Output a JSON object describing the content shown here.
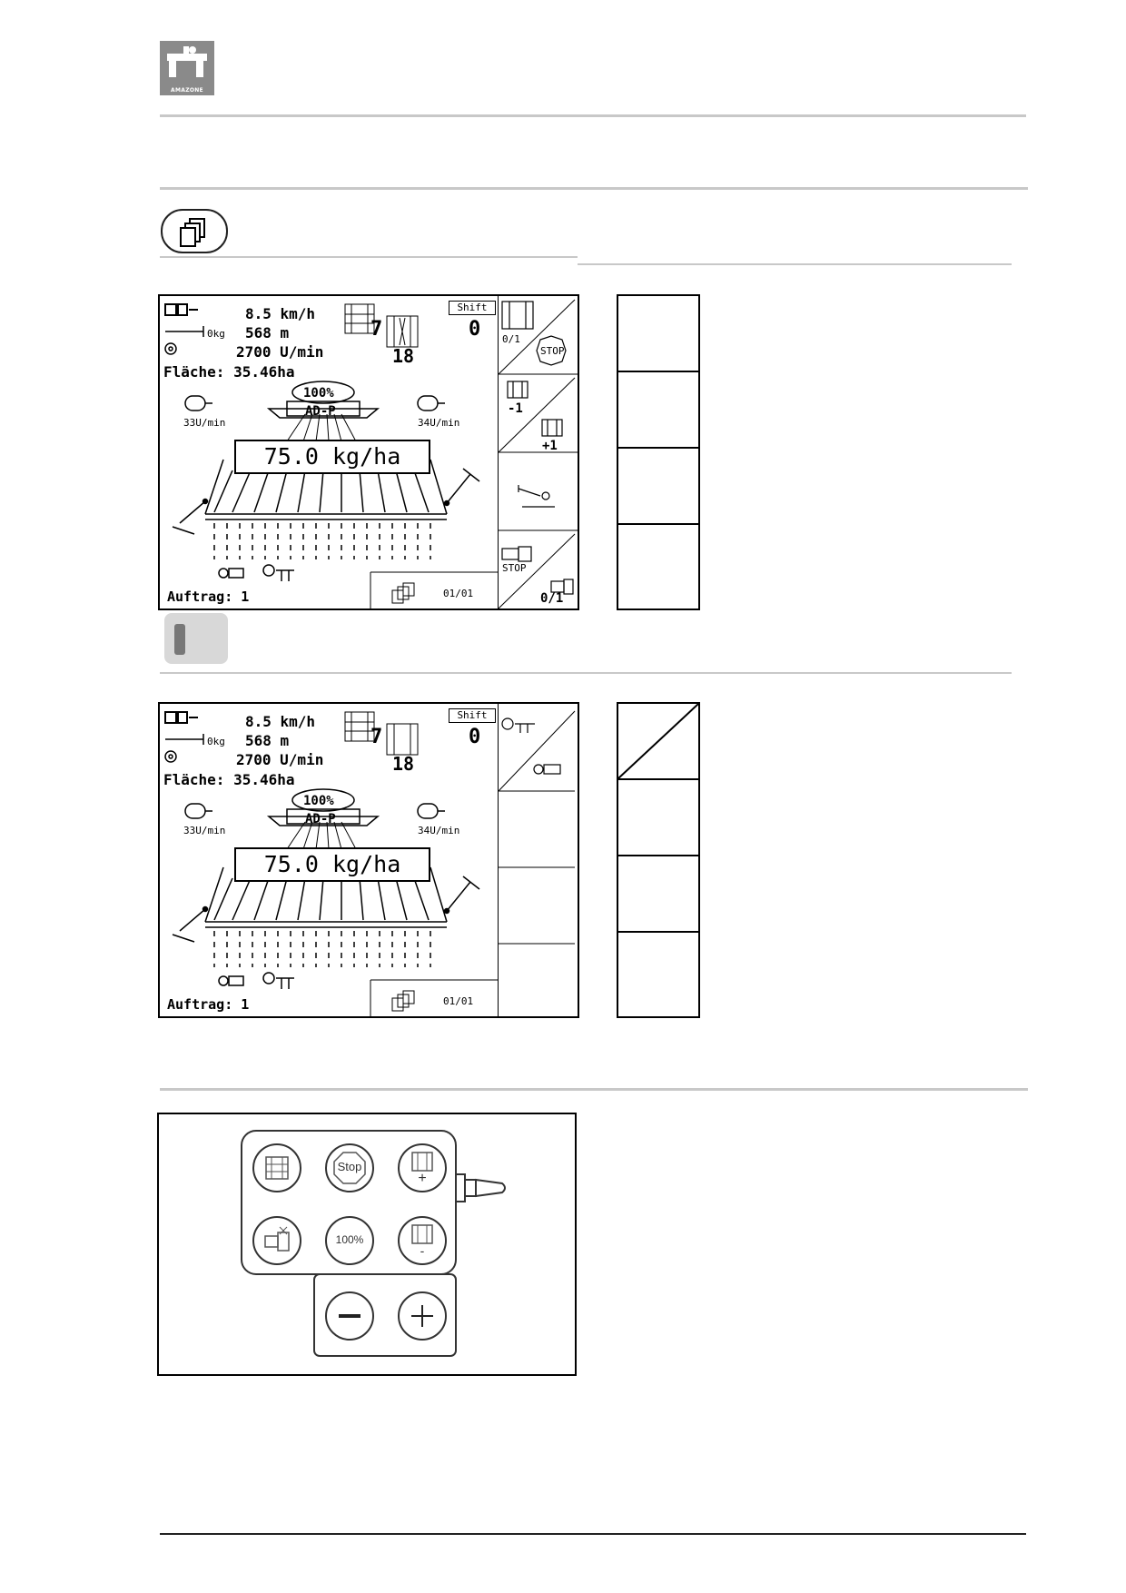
{
  "header": {
    "logo_text": "AMAZONE"
  },
  "screen": {
    "speed": "8.5 km/h",
    "distance": "568 m",
    "rpm": "2700 U/min",
    "area": "Fläche: 35.46ha",
    "tramline_left": "7",
    "tramline_right": "0",
    "tramline_total": "18",
    "shift_label": "Shift",
    "percent": "100%",
    "machine": "AD-P",
    "left_rpm": "33U/min",
    "right_rpm": "34U/min",
    "rate": "75.0 kg/ha",
    "job": "Auftrag: 1",
    "page": "01/01",
    "ok_label": "0kg"
  },
  "softkeys_top": {
    "k1_fraction": "0/1",
    "k1_stop": "STOP",
    "k2_minus": "-1",
    "k2_plus": "+1",
    "k4_stop": "STOP",
    "k4_fraction": "0/1"
  },
  "remote": {
    "stop": "Stop",
    "percent": "100%",
    "plus": "+",
    "minus": "-"
  }
}
